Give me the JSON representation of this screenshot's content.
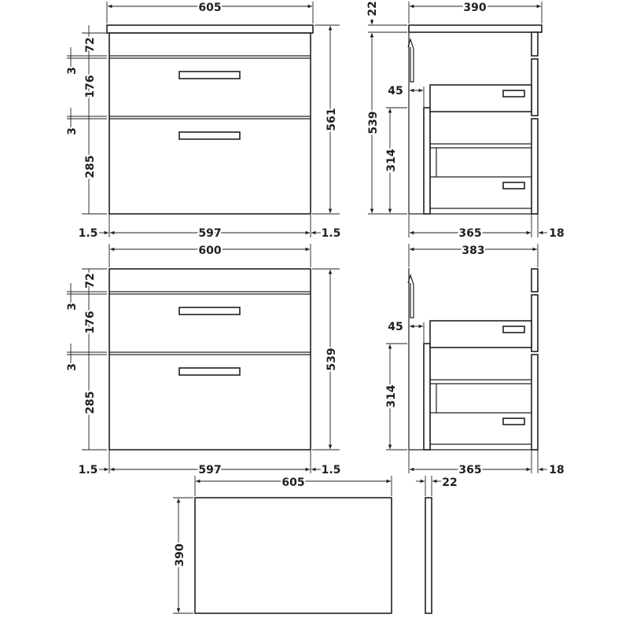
{
  "top_front_view": {
    "overall_width": "605",
    "overall_height": "561",
    "top_rail": "72",
    "gap_1": "3",
    "drawer_1": "176",
    "gap_2": "3",
    "drawer_2": "285",
    "left_offset": "1.5",
    "body_width": "597",
    "right_offset": "1.5"
  },
  "top_side_view": {
    "worktop_thickness": "22",
    "overall_depth": "390",
    "body_height": "539",
    "wall_gap": "45",
    "drawer_height": "314",
    "body_depth": "365",
    "front_thickness": "18"
  },
  "bottom_front_view": {
    "overall_width": "600",
    "overall_height": "539",
    "top_rail": "72",
    "gap_1": "3",
    "drawer_1": "176",
    "gap_2": "3",
    "drawer_2": "285",
    "left_offset": "1.5",
    "body_width": "597",
    "right_offset": "1.5"
  },
  "bottom_side_view": {
    "overall_depth": "383",
    "wall_gap": "45",
    "drawer_height": "314",
    "body_depth": "365",
    "front_thickness": "18"
  },
  "worktop_plan": {
    "width": "605",
    "depth": "390",
    "thickness": "22"
  }
}
